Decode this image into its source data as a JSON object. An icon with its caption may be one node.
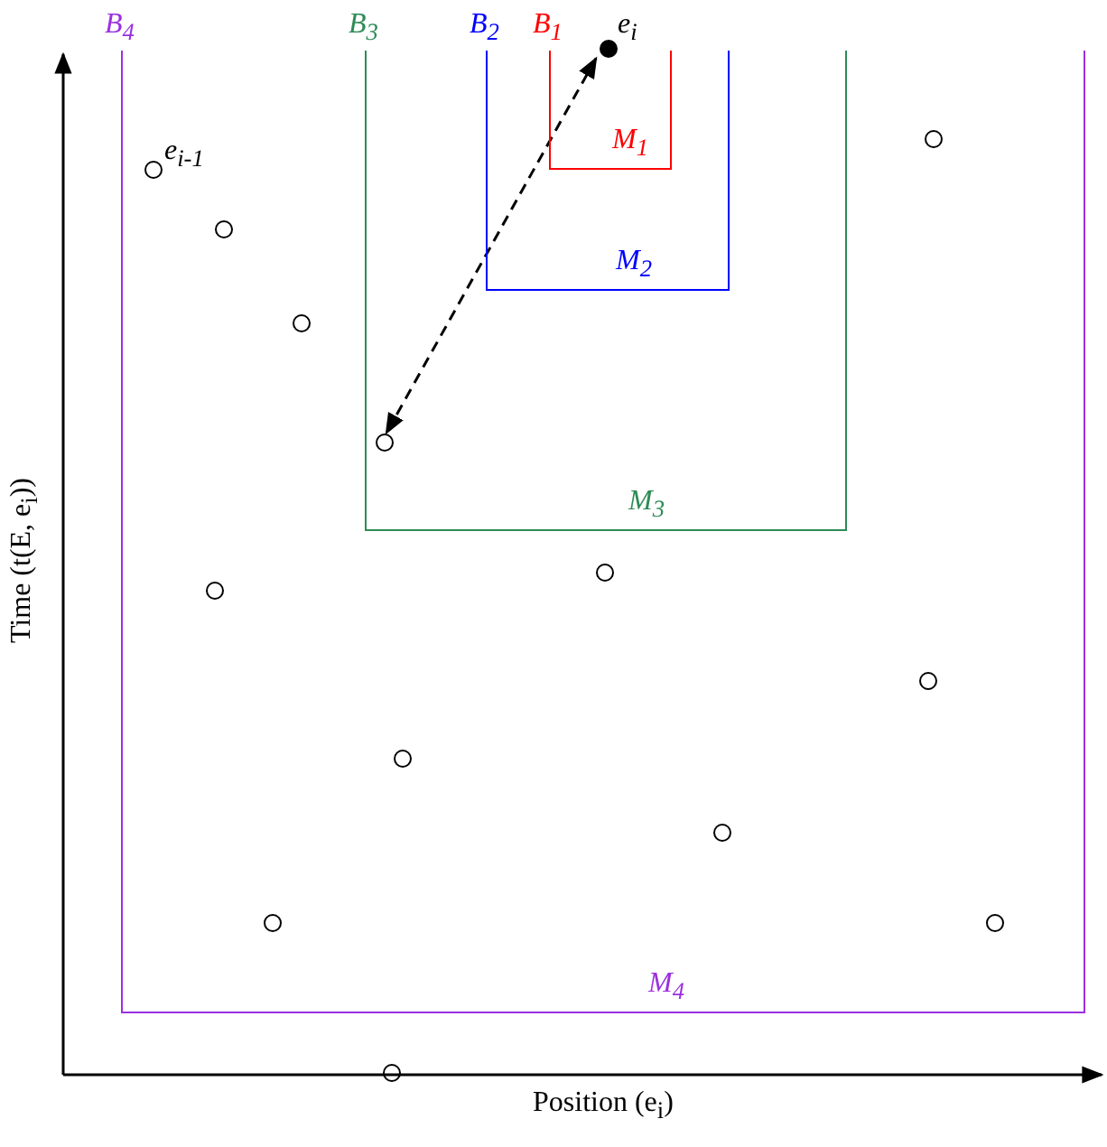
{
  "diagram": {
    "nodes": [
      {
        "text": [
          "B$_{4}$",
          "M$_{4}$"
        ]
      },
      {
        "text": [
          "B$_{3}$",
          "M$_{3}$"
        ],
        "in": 0
      },
      {
        "text": [
          "B$_{2}$",
          "M$_{2}$"
        ],
        "in": 1
      },
      {
        "text": [
          "B$_{1}$",
          "M$_{1}$"
        ],
        "in": 2
      },
      {
        "text": [],
        "shape": "dot",
        "in": 3,
        "beside": [
          "e$_{i}$"
        ]
      },
      {
        "text": [],
        "shape": "circle",
        "in": 0
      },
      {
        "text": [],
        "shape": "circle",
        "in": 0,
        "beside": [
          "e$_{i-1}$"
        ]
      },
      {
        "text": [],
        "shape": "circle",
        "in": 0
      },
      {
        "text": [],
        "shape": "circle",
        "in": 0
      },
      {
        "text": [],
        "shape": "circle",
        "in": 1
      },
      {
        "text": [],
        "shape": "circle",
        "in": 0
      },
      {
        "text": [],
        "shape": "circle",
        "in": 0
      },
      {
        "text": [],
        "shape": "circle",
        "in": 0
      },
      {
        "text": [],
        "shape": "circle",
        "in": 0
      },
      {
        "text": [],
        "shape": "circle",
        "in": 0
      },
      {
        "text": [],
        "shape": "circle",
        "in": 0
      },
      {
        "text": [],
        "shape": "circle",
        "in": 0
      },
      {
        "text": [],
        "shape": "circle"
      }
    ],
    "edges": [
      {
        "from": 4,
        "to": 9,
        "arrow": "both",
        "style": "dashed"
      }
    ],
    "labels": [
      "Time (t(E, e$_{i}$))",
      "Position (e$_{i}$)"
    ]
  }
}
